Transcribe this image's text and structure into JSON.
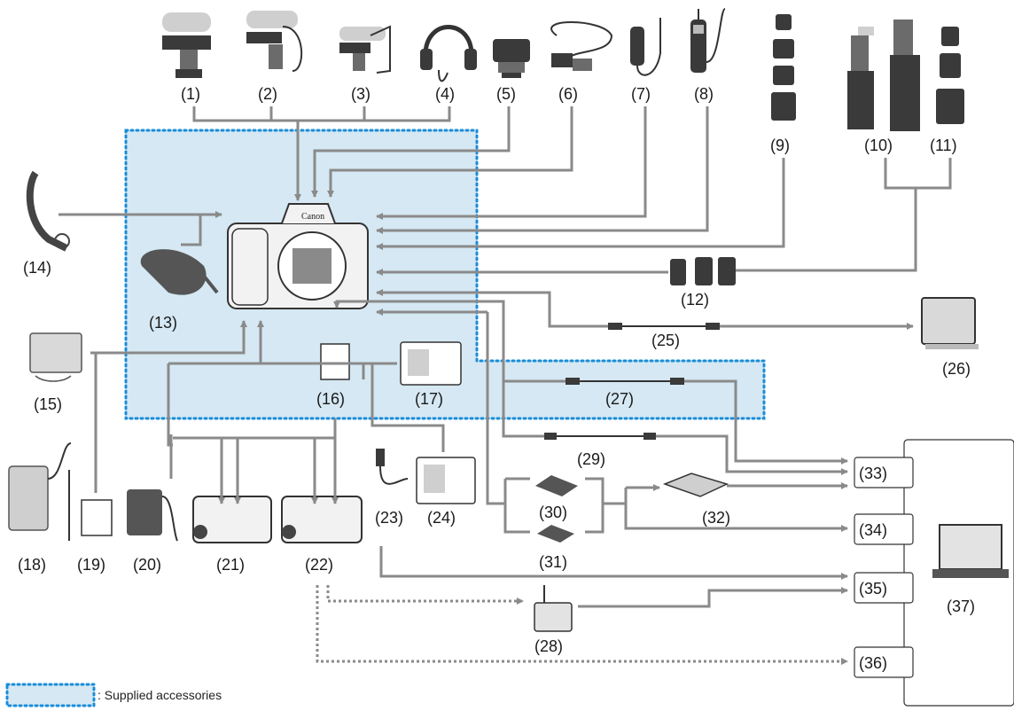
{
  "labels": {
    "n1": "(1)",
    "n2": "(2)",
    "n3": "(3)",
    "n4": "(4)",
    "n5": "(5)",
    "n6": "(6)",
    "n7": "(7)",
    "n8": "(8)",
    "n9": "(9)",
    "n10": "(10)",
    "n11": "(11)",
    "n12": "(12)",
    "n13": "(13)",
    "n14": "(14)",
    "n15": "(15)",
    "n16": "(16)",
    "n17": "(17)",
    "n18": "(18)",
    "n19": "(19)",
    "n20": "(20)",
    "n21": "(21)",
    "n22": "(22)",
    "n23": "(23)",
    "n24": "(24)",
    "n25": "(25)",
    "n26": "(26)",
    "n27": "(27)",
    "n28": "(28)",
    "n29": "(29)",
    "n30": "(30)",
    "n31": "(31)",
    "n32": "(32)",
    "n33": "(33)",
    "n34": "(34)",
    "n35": "(35)",
    "n36": "(36)",
    "n37": "(37)"
  },
  "camera_brand": "Canon",
  "legend": {
    "text": ": Supplied accessories"
  },
  "colors": {
    "supplied_fill": "#d5e8f3",
    "supplied_border": "#1a8cd8",
    "arrow": "#8a8a8a"
  }
}
